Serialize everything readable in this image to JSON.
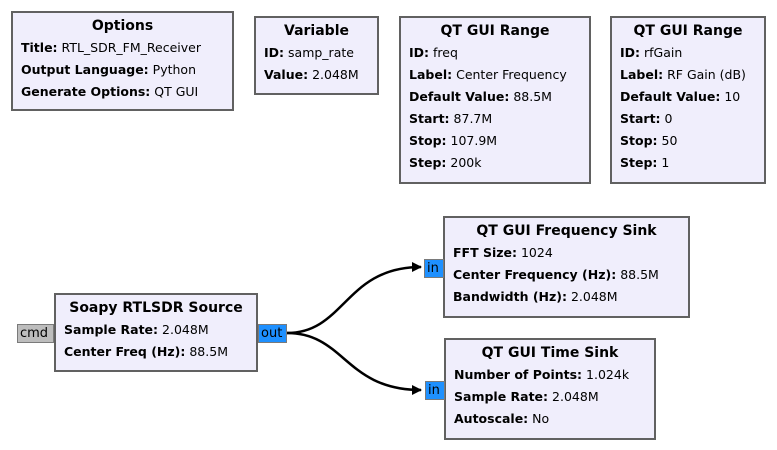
{
  "blocks": {
    "options": {
      "title": "Options",
      "params": [
        {
          "k": "Title:",
          "v": "RTL_SDR_FM_Receiver"
        },
        {
          "k": "Output Language:",
          "v": "Python"
        },
        {
          "k": "Generate Options:",
          "v": "QT GUI"
        }
      ]
    },
    "variable": {
      "title": "Variable",
      "params": [
        {
          "k": "ID:",
          "v": "samp_rate"
        },
        {
          "k": "Value:",
          "v": "2.048M"
        }
      ]
    },
    "range_freq": {
      "title": "QT GUI Range",
      "params": [
        {
          "k": "ID:",
          "v": "freq"
        },
        {
          "k": "Label:",
          "v": "Center Frequency"
        },
        {
          "k": "Default Value:",
          "v": "88.5M"
        },
        {
          "k": "Start:",
          "v": "87.7M"
        },
        {
          "k": "Stop:",
          "v": "107.9M"
        },
        {
          "k": "Step:",
          "v": "200k"
        }
      ]
    },
    "range_gain": {
      "title": "QT GUI Range",
      "params": [
        {
          "k": "ID:",
          "v": "rfGain"
        },
        {
          "k": "Label:",
          "v": "RF Gain (dB)"
        },
        {
          "k": "Default Value:",
          "v": "10"
        },
        {
          "k": "Start:",
          "v": "0"
        },
        {
          "k": "Stop:",
          "v": "50"
        },
        {
          "k": "Step:",
          "v": "1"
        }
      ]
    },
    "source": {
      "title": "Soapy RTLSDR Source",
      "params": [
        {
          "k": "Sample Rate:",
          "v": "2.048M"
        },
        {
          "k": "Center Freq (Hz):",
          "v": "88.5M"
        }
      ],
      "port_cmd": "cmd",
      "port_out": "out"
    },
    "freq_sink": {
      "title": "QT GUI Frequency Sink",
      "params": [
        {
          "k": "FFT Size:",
          "v": "1024"
        },
        {
          "k": "Center Frequency (Hz):",
          "v": "88.5M"
        },
        {
          "k": "Bandwidth (Hz):",
          "v": "2.048M"
        }
      ],
      "port_in": "in"
    },
    "time_sink": {
      "title": "QT GUI Time Sink",
      "params": [
        {
          "k": "Number of Points:",
          "v": "1.024k"
        },
        {
          "k": "Sample Rate:",
          "v": "2.048M"
        },
        {
          "k": "Autoscale:",
          "v": "No"
        }
      ],
      "port_in": "in"
    }
  },
  "colors": {
    "block_bg": "#f0eefc",
    "block_border": "#616161",
    "stream_port": "#1e90ff",
    "message_port": "#bdbdbd",
    "connection": "#000000"
  }
}
